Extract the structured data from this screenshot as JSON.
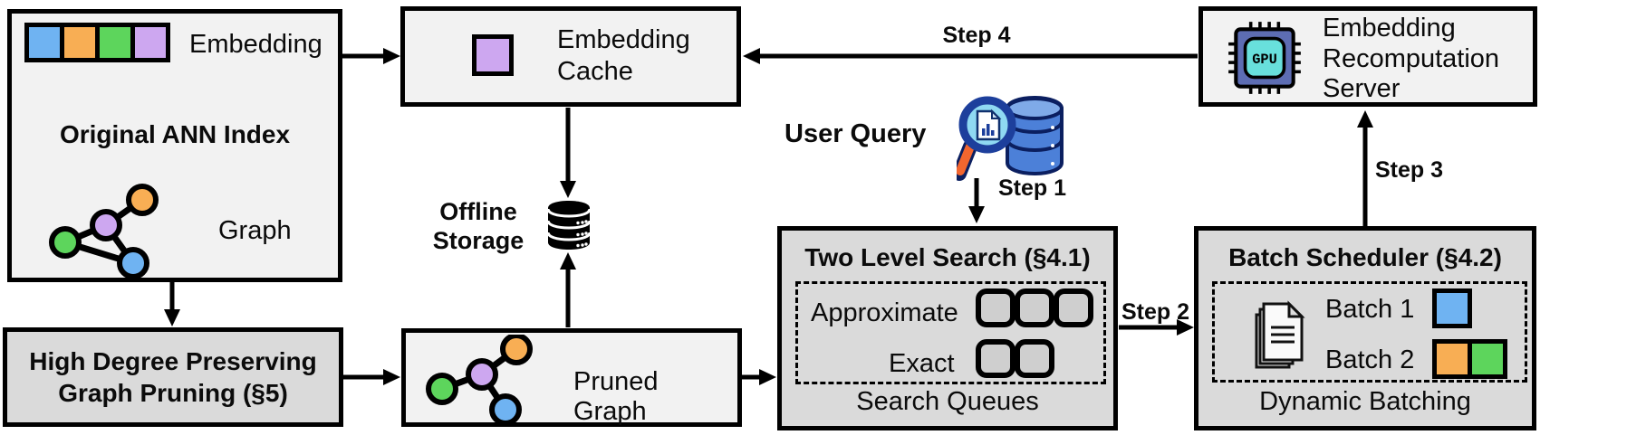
{
  "colors": {
    "blue": "#6FB3F2",
    "orange": "#F8AE54",
    "green": "#5DD55C",
    "purple": "#CDA7F0",
    "box_light": "#F2F2F2",
    "box_gray": "#DADADA",
    "slot_gray": "#CFCFCF"
  },
  "ann_index": {
    "embedding_label": "Embedding",
    "title": "Original ANN Index",
    "graph_label": "Graph"
  },
  "embedding_cache": {
    "label": "Embedding\nCache"
  },
  "offline_storage": {
    "label": "Offline\nStorage"
  },
  "user_query": {
    "label": "User Query"
  },
  "recomputation_server": {
    "label": "Embedding\nRecomputation\nServer",
    "gpu_text": "GPU"
  },
  "two_level_search": {
    "title": "Two Level Search (§4.1)",
    "row1_label": "Approximate",
    "row2_label": "Exact",
    "footer": "Search Queues"
  },
  "batch_scheduler": {
    "title": "Batch Scheduler (§4.2)",
    "batch1_label": "Batch 1",
    "batch2_label": "Batch 2",
    "footer": "Dynamic Batching"
  },
  "graph_pruning": {
    "title": "High Degree Preserving\nGraph Pruning (§5)"
  },
  "pruned_graph": {
    "label": "Pruned Graph"
  },
  "steps": {
    "step1": "Step 1",
    "step2": "Step 2",
    "step3": "Step 3",
    "step4": "Step 4"
  },
  "icons": [
    "embedding-vector-icon",
    "graph-icon",
    "cached-embedding-icon",
    "offline-storage-database-icon",
    "query-magnifier-database-icon",
    "gpu-chip-icon",
    "queue-slot-icon",
    "documents-stack-icon",
    "batch-square-icon"
  ]
}
